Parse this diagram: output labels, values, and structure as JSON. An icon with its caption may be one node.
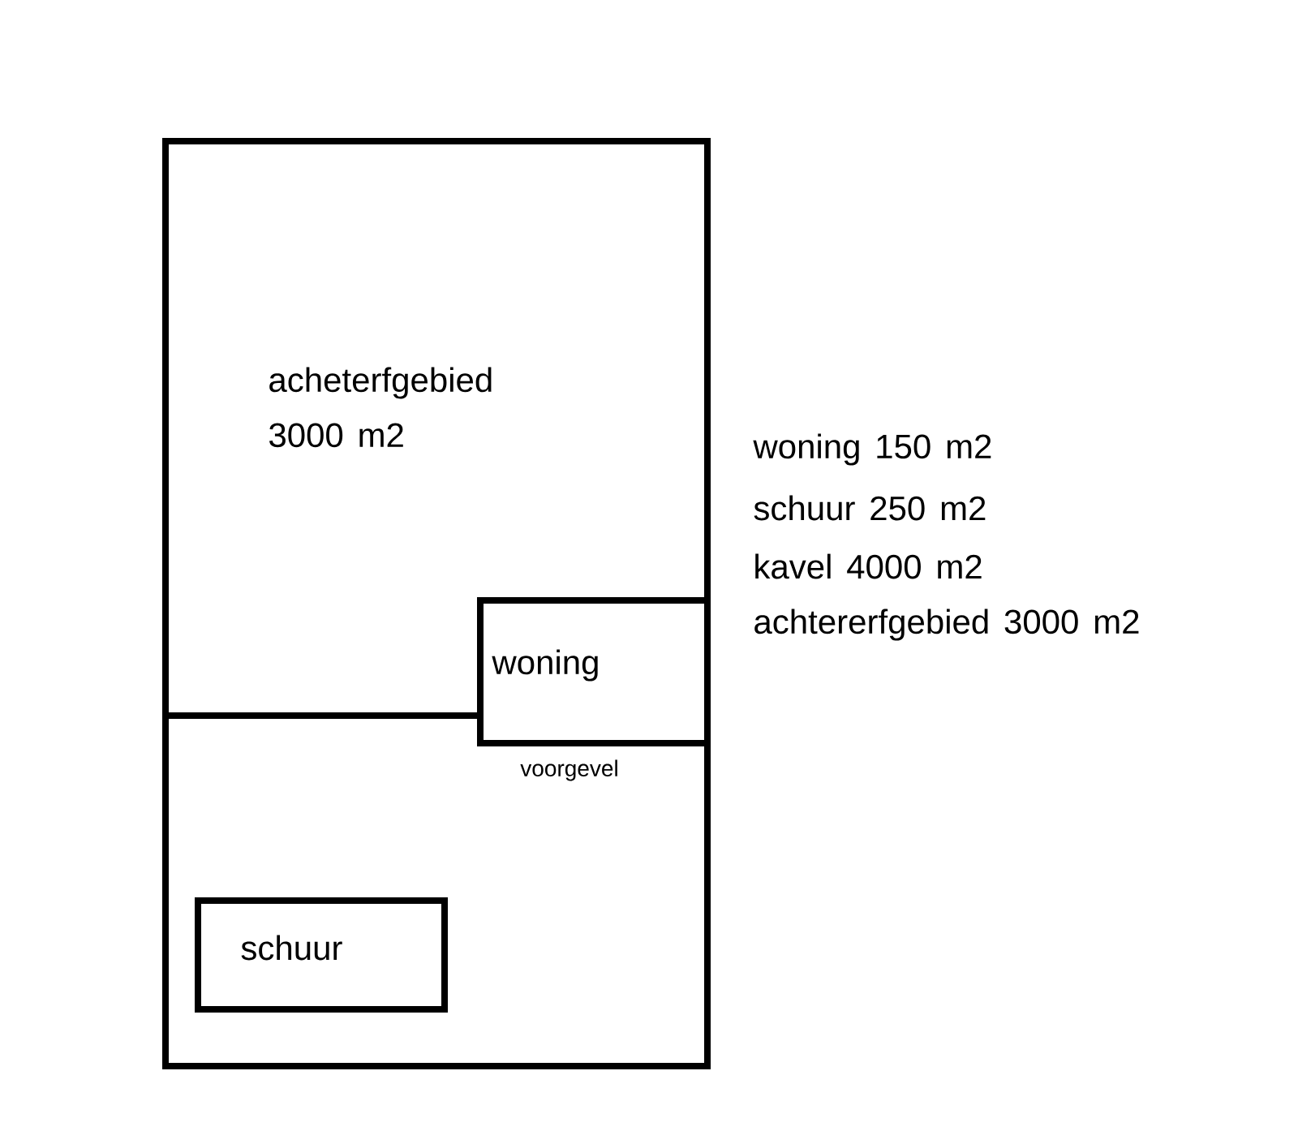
{
  "diagram": {
    "nodes": [
      {
        "text": [
          "acheterfgebied 3000 m2"
        ]
      },
      {
        "text": [
          "woning"
        ],
        "beside": [
          "voorgevel"
        ],
        "in": 0
      },
      {
        "text": [
          "schuur"
        ],
        "in": 0
      }
    ],
    "labels": [
      "woning 150 m2",
      "schuur 250 m2",
      "kavel 4000 m2",
      "achtererfgebied 3000 m2"
    ]
  }
}
